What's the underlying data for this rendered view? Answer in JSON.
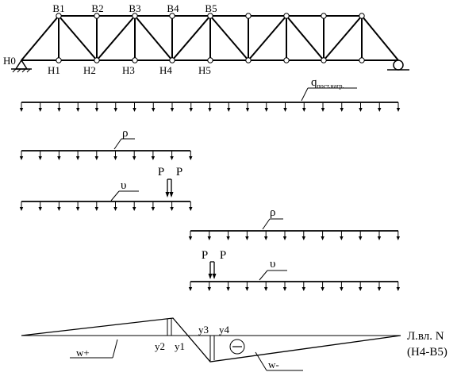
{
  "truss": {
    "top_labels": [
      "B1",
      "B2",
      "B3",
      "B4",
      "B5"
    ],
    "bottom_labels": [
      "H0",
      "H1",
      "H2",
      "H3",
      "H4",
      "H5"
    ]
  },
  "loads": {
    "dead": {
      "symbol": "q",
      "subscript": "пост.нагр."
    },
    "snow_1": {
      "symbol": "ρ"
    },
    "crane_1": {
      "symbol": "υ",
      "p_left": "P",
      "p_right": "P"
    },
    "snow_2": {
      "symbol": "ρ"
    },
    "crane_2": {
      "symbol": "υ",
      "p_left": "P",
      "p_right": "P"
    }
  },
  "influence_line": {
    "title_line1": "Л.вл. N",
    "title_line2": "(H4-B5)",
    "y2": "y2",
    "y1": "y1",
    "y3": "y3",
    "y4": "y4",
    "w_plus": "w+",
    "w_minus": "w-",
    "minus_sign": "−"
  }
}
